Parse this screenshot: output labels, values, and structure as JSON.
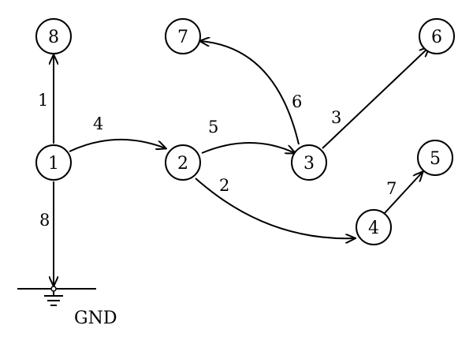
{
  "nodes": [
    {
      "id": "n1",
      "label": "1"
    },
    {
      "id": "n2",
      "label": "2"
    },
    {
      "id": "n3",
      "label": "3"
    },
    {
      "id": "n4",
      "label": "4"
    },
    {
      "id": "n5",
      "label": "5"
    },
    {
      "id": "n6",
      "label": "6"
    },
    {
      "id": "n7",
      "label": "7"
    },
    {
      "id": "n8",
      "label": "8"
    }
  ],
  "edges": [
    {
      "from": "1",
      "to": "8",
      "label": "1"
    },
    {
      "from": "1",
      "to": "2",
      "label": "4"
    },
    {
      "from": "2",
      "to": "3",
      "label": "5"
    },
    {
      "from": "3",
      "to": "7",
      "label": "6"
    },
    {
      "from": "3",
      "to": "6",
      "label": "3"
    },
    {
      "from": "2",
      "to": "4",
      "label": "2"
    },
    {
      "from": "4",
      "to": "5",
      "label": "7"
    },
    {
      "from": "1",
      "to": "GND",
      "label": "8"
    }
  ],
  "ground": {
    "label": "GND"
  },
  "colors": {
    "stroke": "#000000",
    "background": "#ffffff"
  }
}
